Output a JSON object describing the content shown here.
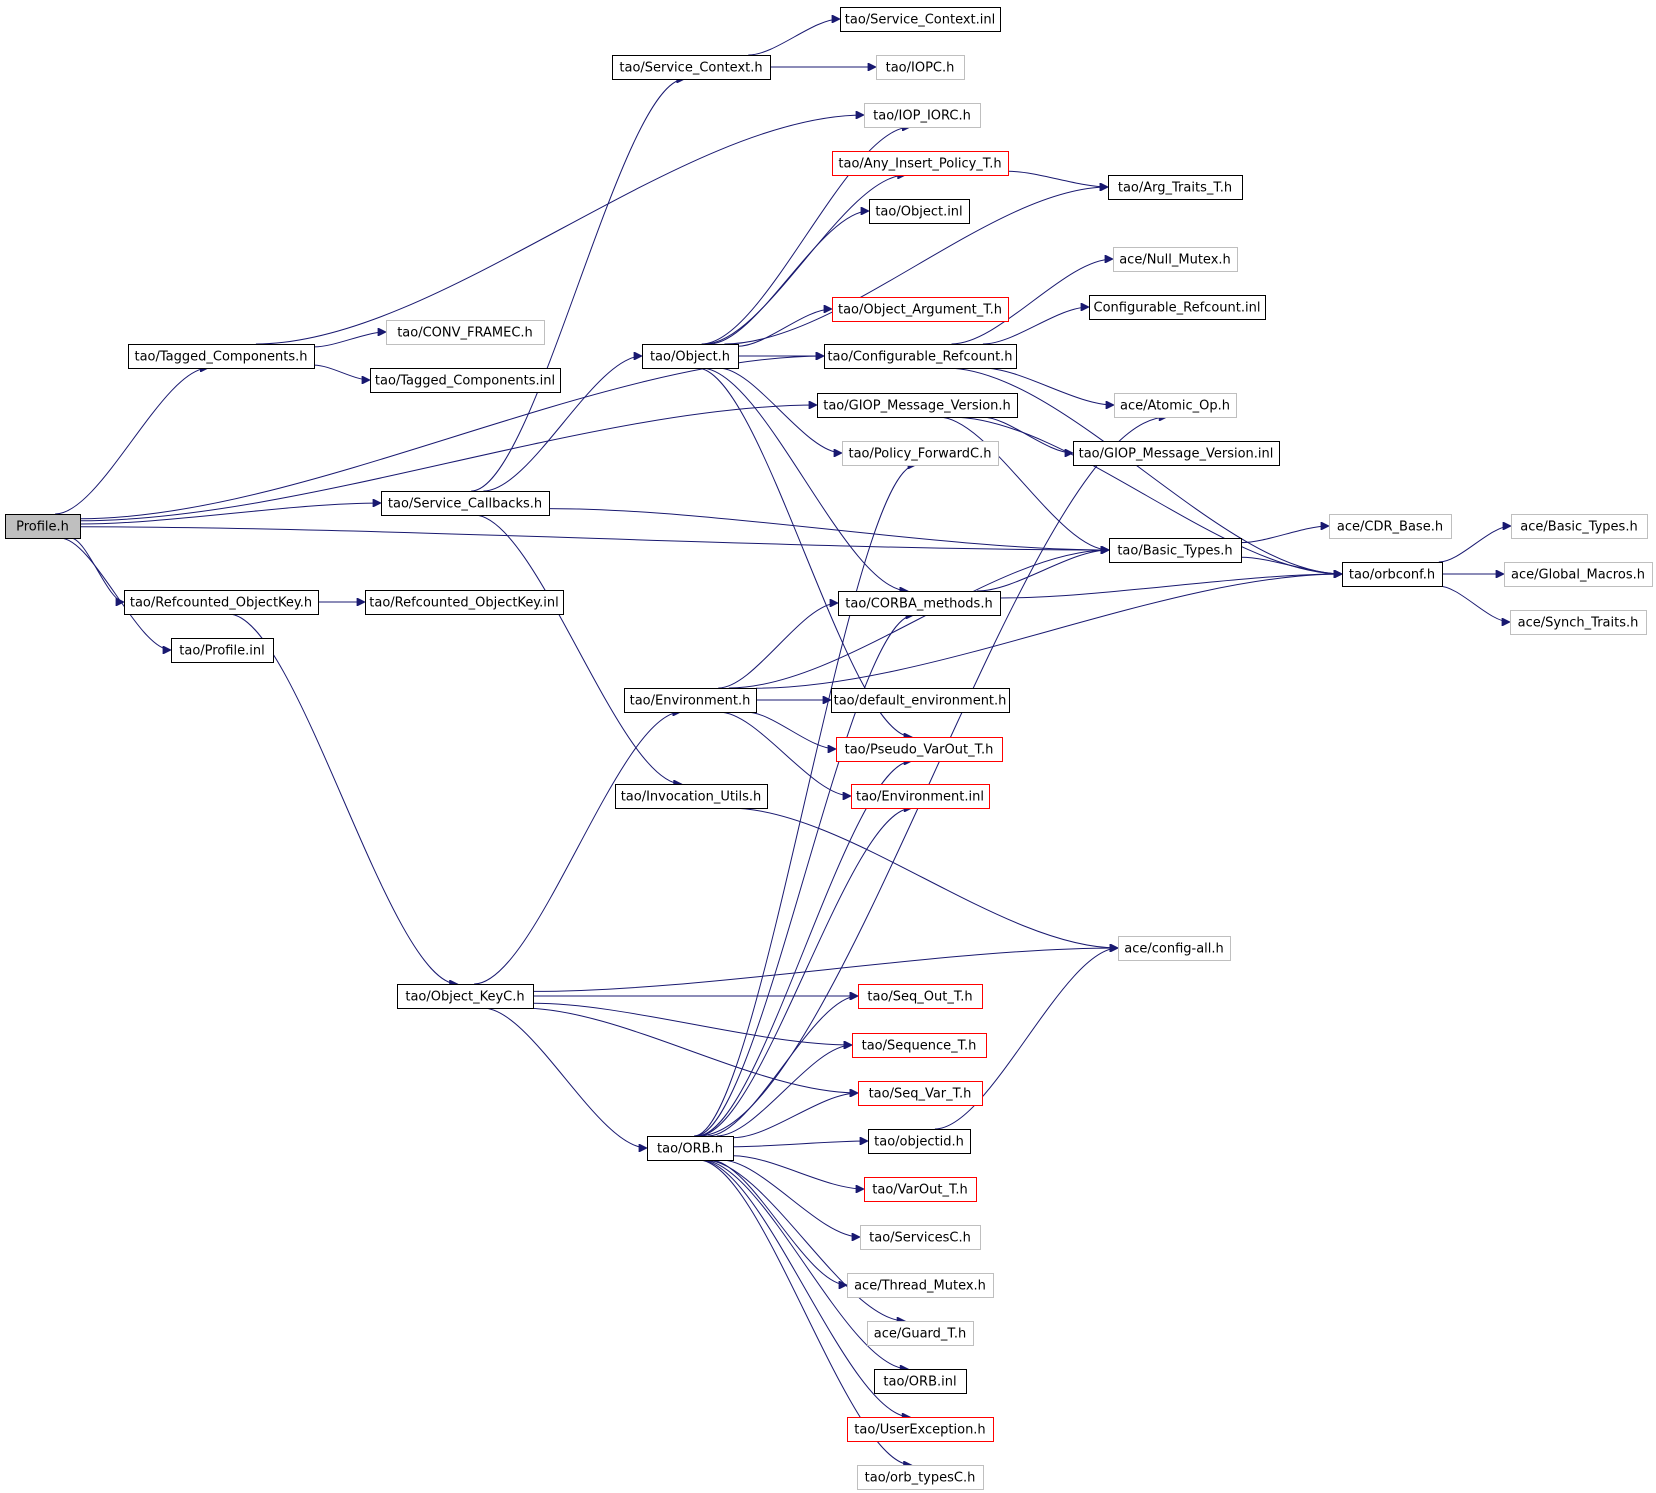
{
  "colors": {
    "edge": "#191970",
    "border_documented": "#000000",
    "border_undocumented": "#bfbfbf",
    "border_truncated": "#ff0000",
    "root_fill": "#bfbfbf"
  },
  "nodes": [
    {
      "id": "profile_h",
      "label": "Profile.h",
      "style": "root"
    },
    {
      "id": "tagged_components_h",
      "label": "tao/Tagged_Components.h",
      "style": "documented"
    },
    {
      "id": "conv_framec_h",
      "label": "tao/CONV_FRAMEC.h",
      "style": "undocumented"
    },
    {
      "id": "tagged_components_inl",
      "label": "tao/Tagged_Components.inl",
      "style": "documented"
    },
    {
      "id": "service_context_h",
      "label": "tao/Service_Context.h",
      "style": "documented"
    },
    {
      "id": "service_context_inl",
      "label": "tao/Service_Context.inl",
      "style": "documented"
    },
    {
      "id": "iopc_h",
      "label": "tao/IOPC.h",
      "style": "undocumented"
    },
    {
      "id": "iop_iorc_h",
      "label": "tao/IOP_IORC.h",
      "style": "undocumented"
    },
    {
      "id": "any_insert_policy_t_h",
      "label": "tao/Any_Insert_Policy_T.h",
      "style": "truncated"
    },
    {
      "id": "arg_traits_t_h",
      "label": "tao/Arg_Traits_T.h",
      "style": "documented"
    },
    {
      "id": "object_inl",
      "label": "tao/Object.inl",
      "style": "documented"
    },
    {
      "id": "null_mutex_h",
      "label": "ace/Null_Mutex.h",
      "style": "undocumented"
    },
    {
      "id": "object_argument_t_h",
      "label": "tao/Object_Argument_T.h",
      "style": "truncated"
    },
    {
      "id": "configurable_refcount_inl",
      "label": "Configurable_Refcount.inl",
      "style": "documented"
    },
    {
      "id": "object_h",
      "label": "tao/Object.h",
      "style": "documented"
    },
    {
      "id": "configurable_refcount_h",
      "label": "tao/Configurable_Refcount.h",
      "style": "documented"
    },
    {
      "id": "giop_message_version_h",
      "label": "tao/GIOP_Message_Version.h",
      "style": "documented"
    },
    {
      "id": "atomic_op_h",
      "label": "ace/Atomic_Op.h",
      "style": "undocumented"
    },
    {
      "id": "policy_forwardc_h",
      "label": "tao/Policy_ForwardC.h",
      "style": "undocumented"
    },
    {
      "id": "giop_message_version_inl",
      "label": "tao/GIOP_Message_Version.inl",
      "style": "documented"
    },
    {
      "id": "service_callbacks_h",
      "label": "tao/Service_Callbacks.h",
      "style": "documented"
    },
    {
      "id": "cdr_base_h",
      "label": "ace/CDR_Base.h",
      "style": "undocumented"
    },
    {
      "id": "ace_basic_types_h",
      "label": "ace/Basic_Types.h",
      "style": "undocumented"
    },
    {
      "id": "tao_basic_types_h",
      "label": "tao/Basic_Types.h",
      "style": "documented"
    },
    {
      "id": "orbconf_h",
      "label": "tao/orbconf.h",
      "style": "documented"
    },
    {
      "id": "global_macros_h",
      "label": "ace/Global_Macros.h",
      "style": "undocumented"
    },
    {
      "id": "refcounted_objectkey_h",
      "label": "tao/Refcounted_ObjectKey.h",
      "style": "documented"
    },
    {
      "id": "refcounted_objectkey_inl",
      "label": "tao/Refcounted_ObjectKey.inl",
      "style": "documented"
    },
    {
      "id": "corba_methods_h",
      "label": "tao/CORBA_methods.h",
      "style": "documented"
    },
    {
      "id": "synch_traits_h",
      "label": "ace/Synch_Traits.h",
      "style": "undocumented"
    },
    {
      "id": "profile_inl",
      "label": "tao/Profile.inl",
      "style": "documented"
    },
    {
      "id": "environment_h",
      "label": "tao/Environment.h",
      "style": "documented"
    },
    {
      "id": "default_environment_h",
      "label": "tao/default_environment.h",
      "style": "documented"
    },
    {
      "id": "pseudo_varout_t_h",
      "label": "tao/Pseudo_VarOut_T.h",
      "style": "truncated"
    },
    {
      "id": "invocation_utils_h",
      "label": "tao/Invocation_Utils.h",
      "style": "documented"
    },
    {
      "id": "environment_inl",
      "label": "tao/Environment.inl",
      "style": "truncated"
    },
    {
      "id": "config_all_h",
      "label": "ace/config-all.h",
      "style": "undocumented"
    },
    {
      "id": "object_keyc_h",
      "label": "tao/Object_KeyC.h",
      "style": "documented"
    },
    {
      "id": "seq_out_t_h",
      "label": "tao/Seq_Out_T.h",
      "style": "truncated"
    },
    {
      "id": "sequence_t_h",
      "label": "tao/Sequence_T.h",
      "style": "truncated"
    },
    {
      "id": "seq_var_t_h",
      "label": "tao/Seq_Var_T.h",
      "style": "truncated"
    },
    {
      "id": "orb_h",
      "label": "tao/ORB.h",
      "style": "documented"
    },
    {
      "id": "objectid_h",
      "label": "tao/objectid.h",
      "style": "documented"
    },
    {
      "id": "varout_t_h",
      "label": "tao/VarOut_T.h",
      "style": "truncated"
    },
    {
      "id": "servicesc_h",
      "label": "tao/ServicesC.h",
      "style": "undocumented"
    },
    {
      "id": "thread_mutex_h",
      "label": "ace/Thread_Mutex.h",
      "style": "undocumented"
    },
    {
      "id": "guard_t_h",
      "label": "ace/Guard_T.h",
      "style": "undocumented"
    },
    {
      "id": "orb_inl",
      "label": "tao/ORB.inl",
      "style": "documented"
    },
    {
      "id": "userexception_h",
      "label": "tao/UserException.h",
      "style": "truncated"
    },
    {
      "id": "orb_typesc_h",
      "label": "tao/orb_typesC.h",
      "style": "undocumented"
    }
  ],
  "edges": [
    [
      "profile_h",
      "tagged_components_h"
    ],
    [
      "profile_h",
      "configurable_refcount_h"
    ],
    [
      "profile_h",
      "giop_message_version_h"
    ],
    [
      "profile_h",
      "service_callbacks_h"
    ],
    [
      "profile_h",
      "tao_basic_types_h"
    ],
    [
      "profile_h",
      "refcounted_objectkey_h"
    ],
    [
      "profile_h",
      "profile_inl"
    ],
    [
      "tagged_components_h",
      "iop_iorc_h"
    ],
    [
      "tagged_components_h",
      "conv_framec_h"
    ],
    [
      "tagged_components_h",
      "tagged_components_inl"
    ],
    [
      "service_context_h",
      "service_context_inl"
    ],
    [
      "service_context_h",
      "iopc_h"
    ],
    [
      "service_callbacks_h",
      "service_context_h"
    ],
    [
      "service_callbacks_h",
      "object_h"
    ],
    [
      "service_callbacks_h",
      "tao_basic_types_h"
    ],
    [
      "service_callbacks_h",
      "invocation_utils_h"
    ],
    [
      "object_h",
      "iop_iorc_h"
    ],
    [
      "object_h",
      "any_insert_policy_t_h"
    ],
    [
      "object_h",
      "object_inl"
    ],
    [
      "object_h",
      "arg_traits_t_h"
    ],
    [
      "object_h",
      "object_argument_t_h"
    ],
    [
      "object_h",
      "configurable_refcount_h"
    ],
    [
      "object_h",
      "policy_forwardc_h"
    ],
    [
      "object_h",
      "corba_methods_h"
    ],
    [
      "object_h",
      "pseudo_varout_t_h"
    ],
    [
      "any_insert_policy_t_h",
      "arg_traits_t_h"
    ],
    [
      "configurable_refcount_h",
      "null_mutex_h"
    ],
    [
      "configurable_refcount_h",
      "configurable_refcount_inl"
    ],
    [
      "configurable_refcount_h",
      "atomic_op_h"
    ],
    [
      "configurable_refcount_h",
      "orbconf_h"
    ],
    [
      "giop_message_version_h",
      "giop_message_version_inl"
    ],
    [
      "giop_message_version_h",
      "tao_basic_types_h"
    ],
    [
      "giop_message_version_h",
      "orbconf_h"
    ],
    [
      "tao_basic_types_h",
      "cdr_base_h"
    ],
    [
      "tao_basic_types_h",
      "orbconf_h"
    ],
    [
      "orbconf_h",
      "ace_basic_types_h"
    ],
    [
      "orbconf_h",
      "global_macros_h"
    ],
    [
      "orbconf_h",
      "synch_traits_h"
    ],
    [
      "corba_methods_h",
      "tao_basic_types_h"
    ],
    [
      "corba_methods_h",
      "orbconf_h"
    ],
    [
      "refcounted_objectkey_h",
      "refcounted_objectkey_inl"
    ],
    [
      "refcounted_objectkey_h",
      "object_keyc_h"
    ],
    [
      "environment_h",
      "tao_basic_types_h"
    ],
    [
      "environment_h",
      "corba_methods_h"
    ],
    [
      "environment_h",
      "orbconf_h"
    ],
    [
      "environment_h",
      "default_environment_h"
    ],
    [
      "environment_h",
      "pseudo_varout_t_h"
    ],
    [
      "environment_h",
      "environment_inl"
    ],
    [
      "invocation_utils_h",
      "config_all_h"
    ],
    [
      "object_keyc_h",
      "environment_h"
    ],
    [
      "object_keyc_h",
      "config_all_h"
    ],
    [
      "object_keyc_h",
      "seq_out_t_h"
    ],
    [
      "object_keyc_h",
      "sequence_t_h"
    ],
    [
      "object_keyc_h",
      "seq_var_t_h"
    ],
    [
      "object_keyc_h",
      "orb_h"
    ],
    [
      "orb_h",
      "atomic_op_h"
    ],
    [
      "orb_h",
      "policy_forwardc_h"
    ],
    [
      "orb_h",
      "corba_methods_h"
    ],
    [
      "orb_h",
      "pseudo_varout_t_h"
    ],
    [
      "orb_h",
      "environment_inl"
    ],
    [
      "orb_h",
      "seq_out_t_h"
    ],
    [
      "orb_h",
      "sequence_t_h"
    ],
    [
      "orb_h",
      "seq_var_t_h"
    ],
    [
      "orb_h",
      "objectid_h"
    ],
    [
      "orb_h",
      "varout_t_h"
    ],
    [
      "orb_h",
      "servicesc_h"
    ],
    [
      "orb_h",
      "thread_mutex_h"
    ],
    [
      "orb_h",
      "guard_t_h"
    ],
    [
      "orb_h",
      "orb_inl"
    ],
    [
      "orb_h",
      "userexception_h"
    ],
    [
      "orb_h",
      "orb_typesc_h"
    ],
    [
      "objectid_h",
      "config_all_h"
    ]
  ]
}
